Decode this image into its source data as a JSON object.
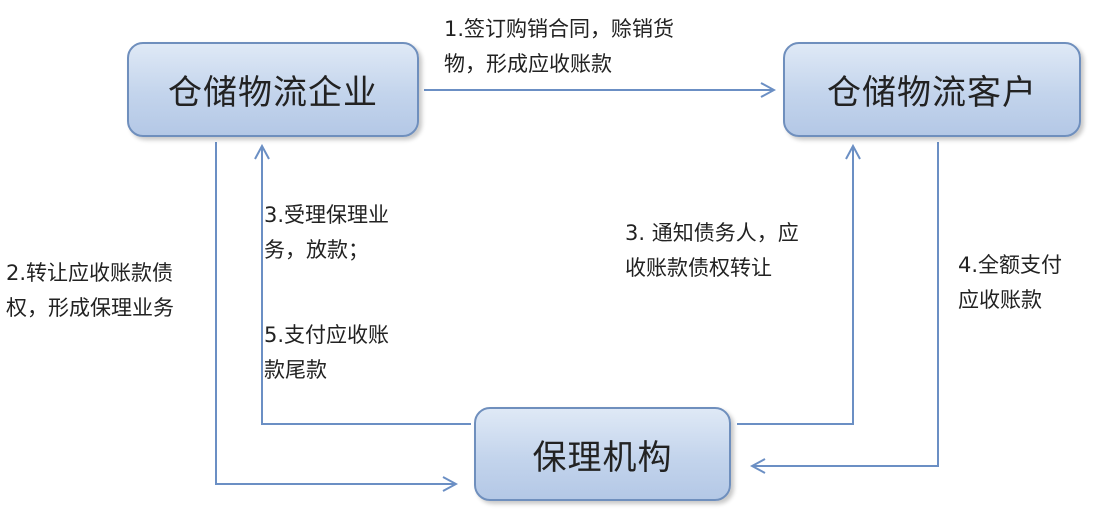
{
  "nodes": {
    "enterprise": "仓储物流企业",
    "customer": "仓储物流客户",
    "factor": "保理机构"
  },
  "edges": {
    "step1": "1.签订购销合同，赊销货\n物，形成应收账款",
    "step2": "2.转让应收账款债\n权，形成保理业务",
    "step3_accept": "3.受理保理业\n务，放款；",
    "step3_notify": "3. 通知债务人，应\n收账款债权转让",
    "step4": "4.全额支付\n应收账款",
    "step5": "5.支付应收账\n款尾款"
  },
  "colors": {
    "node_fill": "#c3d4ec",
    "node_border": "#6f8fbd",
    "arrow": "#6b8fc4"
  }
}
